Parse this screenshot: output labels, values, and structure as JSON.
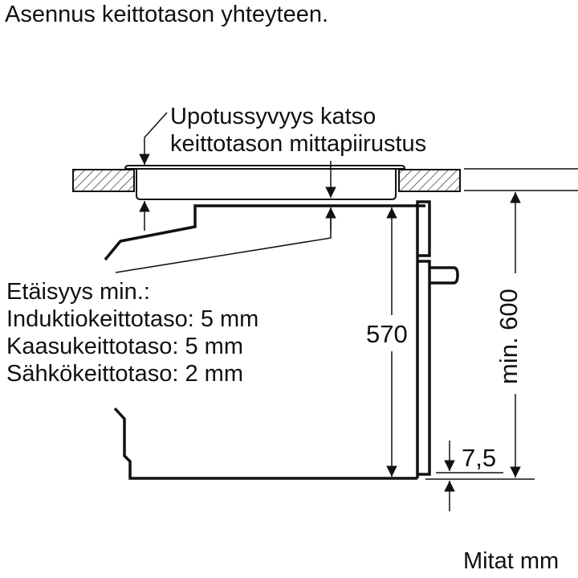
{
  "title": "Asennus keittotason yhteyteen.",
  "callout": {
    "line1": "Upotussyvyys katso",
    "line2": "keittotason mittapiirustus"
  },
  "distance": {
    "heading": "Etäisyys min.:",
    "rows": [
      "Induktiokeittotaso: 5 mm",
      "Kaasukeittotaso: 5 mm",
      "Sähkökeittotaso: 2 mm"
    ]
  },
  "dimensions": {
    "oven_height": "570",
    "niche_height": "min. 600",
    "bottom_gap": "7,5"
  },
  "units_label": "Mitat mm",
  "colors": {
    "line": "#111111",
    "background": "#ffffff"
  }
}
